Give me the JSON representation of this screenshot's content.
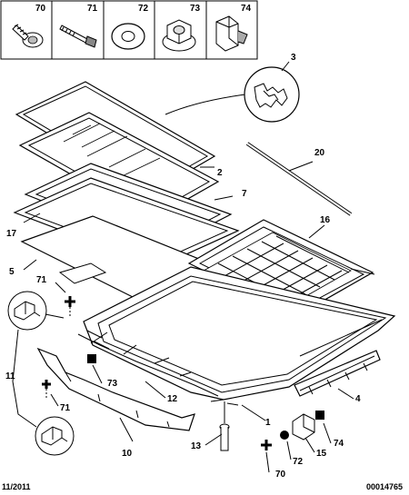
{
  "header_parts": [
    {
      "label": "70",
      "icon": "screw-icon"
    },
    {
      "label": "71",
      "icon": "bolt-icon"
    },
    {
      "label": "72",
      "icon": "washer-icon"
    },
    {
      "label": "73",
      "icon": "flange-nut-icon"
    },
    {
      "label": "74",
      "icon": "clip-icon"
    }
  ],
  "callouts": {
    "c1": "1",
    "c2": "2",
    "c3": "3",
    "c4": "4",
    "c5": "5",
    "c7": "7",
    "c10": "10",
    "c11": "11",
    "c12": "12",
    "c13": "13",
    "c15": "15",
    "c16": "16",
    "c17": "17",
    "c20": "20",
    "c70": "70",
    "c71a": "71",
    "c71b": "71",
    "c72": "72",
    "c73": "73",
    "c74": "74"
  },
  "footer": {
    "date": "11/2011",
    "code": "00014765"
  }
}
